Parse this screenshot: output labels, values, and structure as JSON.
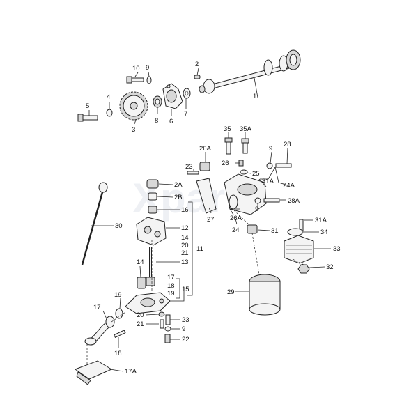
{
  "watermark": "Xpar",
  "labels": {
    "l1": "1",
    "l2": "2",
    "l3": "3",
    "l4": "4",
    "l5": "5",
    "l6": "6",
    "l7": "7",
    "l8": "8",
    "l9a": "9",
    "l10": "10",
    "l35": "35",
    "l35a": "35A",
    "l26a_top": "26A",
    "l9b": "9",
    "l28": "28",
    "l23a": "23",
    "l26": "26",
    "l25": "25",
    "l31a_top": "31A",
    "l24a": "24A",
    "l2a": "2A",
    "l2b": "2B",
    "l16": "16",
    "l12": "12",
    "l14a": "14",
    "l20a": "20",
    "l21a": "21",
    "l11": "11",
    "l30": "30",
    "l9c": "9",
    "l28a": "28A",
    "l27": "27",
    "l26a_mid": "26A",
    "l24": "24",
    "l31": "31",
    "l31a_mid": "31A",
    "l34": "34",
    "l33": "33",
    "l32": "32",
    "l13": "13",
    "l14b": "14",
    "l17a": "17",
    "l18a": "18",
    "l19a": "19",
    "l15": "15",
    "l29": "29",
    "l19b": "19",
    "l17b": "17",
    "l20b": "20",
    "l21b": "21",
    "l23b": "23",
    "l9d": "9",
    "l22": "22",
    "l18b": "18",
    "l17A": "17A"
  }
}
